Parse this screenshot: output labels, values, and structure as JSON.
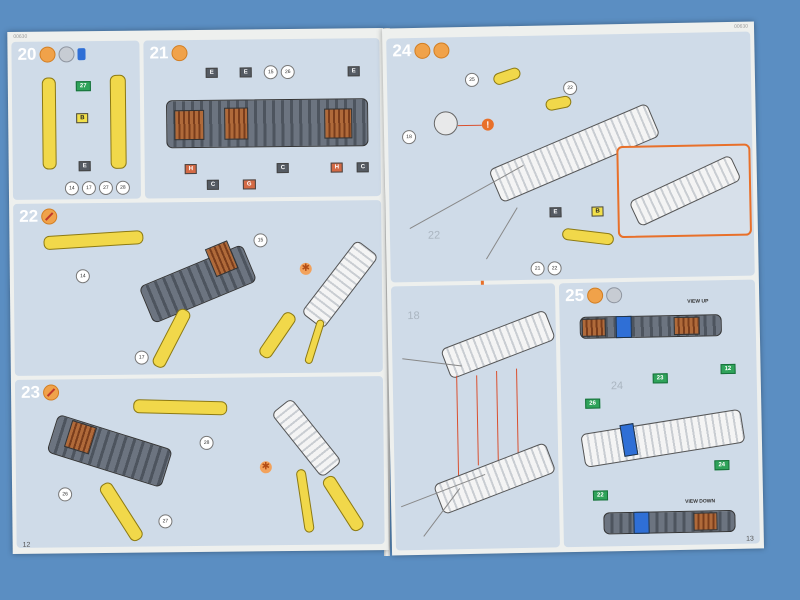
{
  "left_page": {
    "kit_code": "00630",
    "page_number": "12",
    "step20": {
      "number": "20",
      "tags": [
        "B",
        "E"
      ],
      "green_tag": "27",
      "chips": [
        "14",
        "17",
        "27",
        "28"
      ]
    },
    "step21": {
      "number": "21",
      "top_tags": [
        "E",
        "E",
        "E"
      ],
      "top_chips": [
        "15",
        "26"
      ],
      "bottom_tags": [
        "H",
        "C",
        "G",
        "C",
        "H",
        "C"
      ]
    },
    "step22": {
      "number": "22",
      "chips": [
        "14",
        "15",
        "17"
      ]
    },
    "step23": {
      "number": "23",
      "chips": [
        "26",
        "28",
        "27"
      ]
    }
  },
  "right_page": {
    "kit_code": "00630",
    "page_number": "13",
    "step24": {
      "number": "24",
      "chips": [
        "25",
        "22",
        "18",
        "21",
        "22"
      ],
      "tags": [
        "E",
        "B"
      ],
      "ref_label": "22"
    },
    "step25": {
      "number": "25",
      "view_up": "VIEW UP",
      "view_down": "VIEW DOWN",
      "green_tags": [
        "23",
        "26",
        "12",
        "24",
        "22"
      ],
      "ref_label": "24"
    },
    "assembly_ref": "18"
  },
  "icons": {
    "step_icons": [
      "cement-icon",
      "no-glue-icon",
      "paint-icon",
      "freeze-icon",
      "caution-icon",
      "arrow-icon"
    ]
  },
  "colors": {
    "background": "#5b8ec2",
    "panel": "#cfdbe8",
    "blade_yellow": "#f1d84a",
    "hilt_gray": "#6c7480",
    "accent_orange": "#e8702a",
    "decal_green": "#2fa35a"
  }
}
